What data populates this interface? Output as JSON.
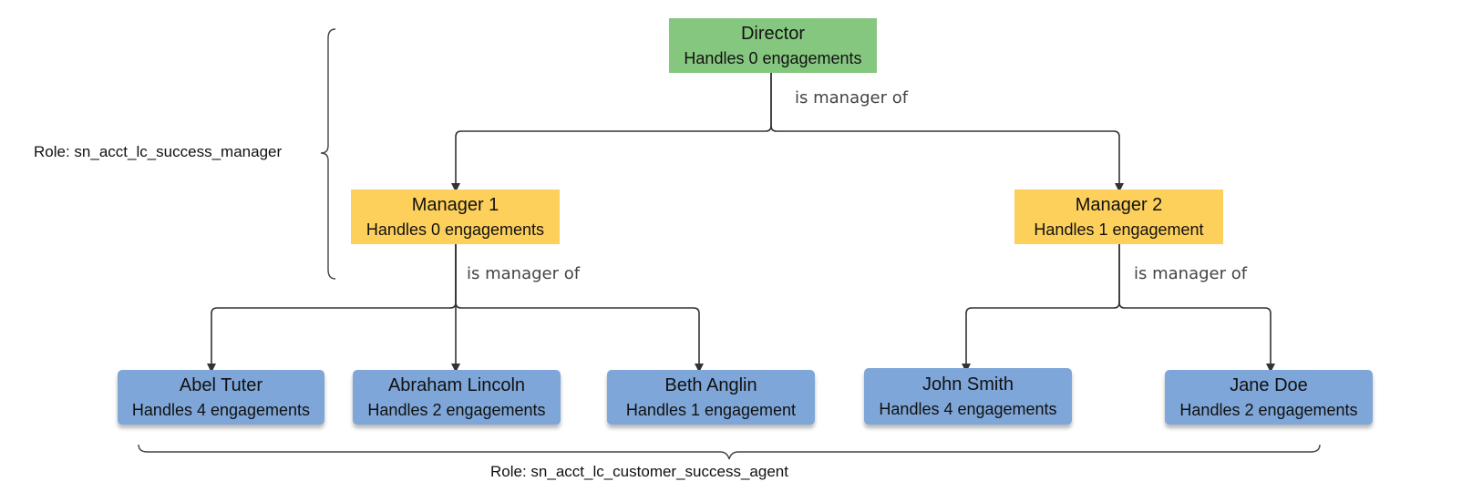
{
  "director": {
    "title": "Director",
    "sub": "Handles 0 engagements",
    "color": "#86c77f"
  },
  "managers": [
    {
      "title": "Manager 1",
      "sub": "Handles 0 engagements",
      "color": "#fdd05c"
    },
    {
      "title": "Manager 2",
      "sub": "Handles 1 engagement",
      "color": "#fdd05c"
    }
  ],
  "agents": [
    {
      "title": "Abel Tuter",
      "sub": "Handles 4 engagements"
    },
    {
      "title": "Abraham Lincoln",
      "sub": "Handles 2 engagements"
    },
    {
      "title": "Beth Anglin",
      "sub": "Handles 1 engagement"
    },
    {
      "title": "John Smith",
      "sub": "Handles 4 engagements"
    },
    {
      "title": "Jane Doe",
      "sub": "Handles 2 engagements"
    }
  ],
  "agent_color": "#7ea6d8",
  "edge_labels": {
    "director_to_managers": "is manager of",
    "manager1_to_agents": "is manager of",
    "manager2_to_agents": "is manager of"
  },
  "roles": {
    "manager_role": "Role: sn_acct_lc_success_manager",
    "agent_role": "Role: sn_acct_lc_customer_success_agent"
  }
}
